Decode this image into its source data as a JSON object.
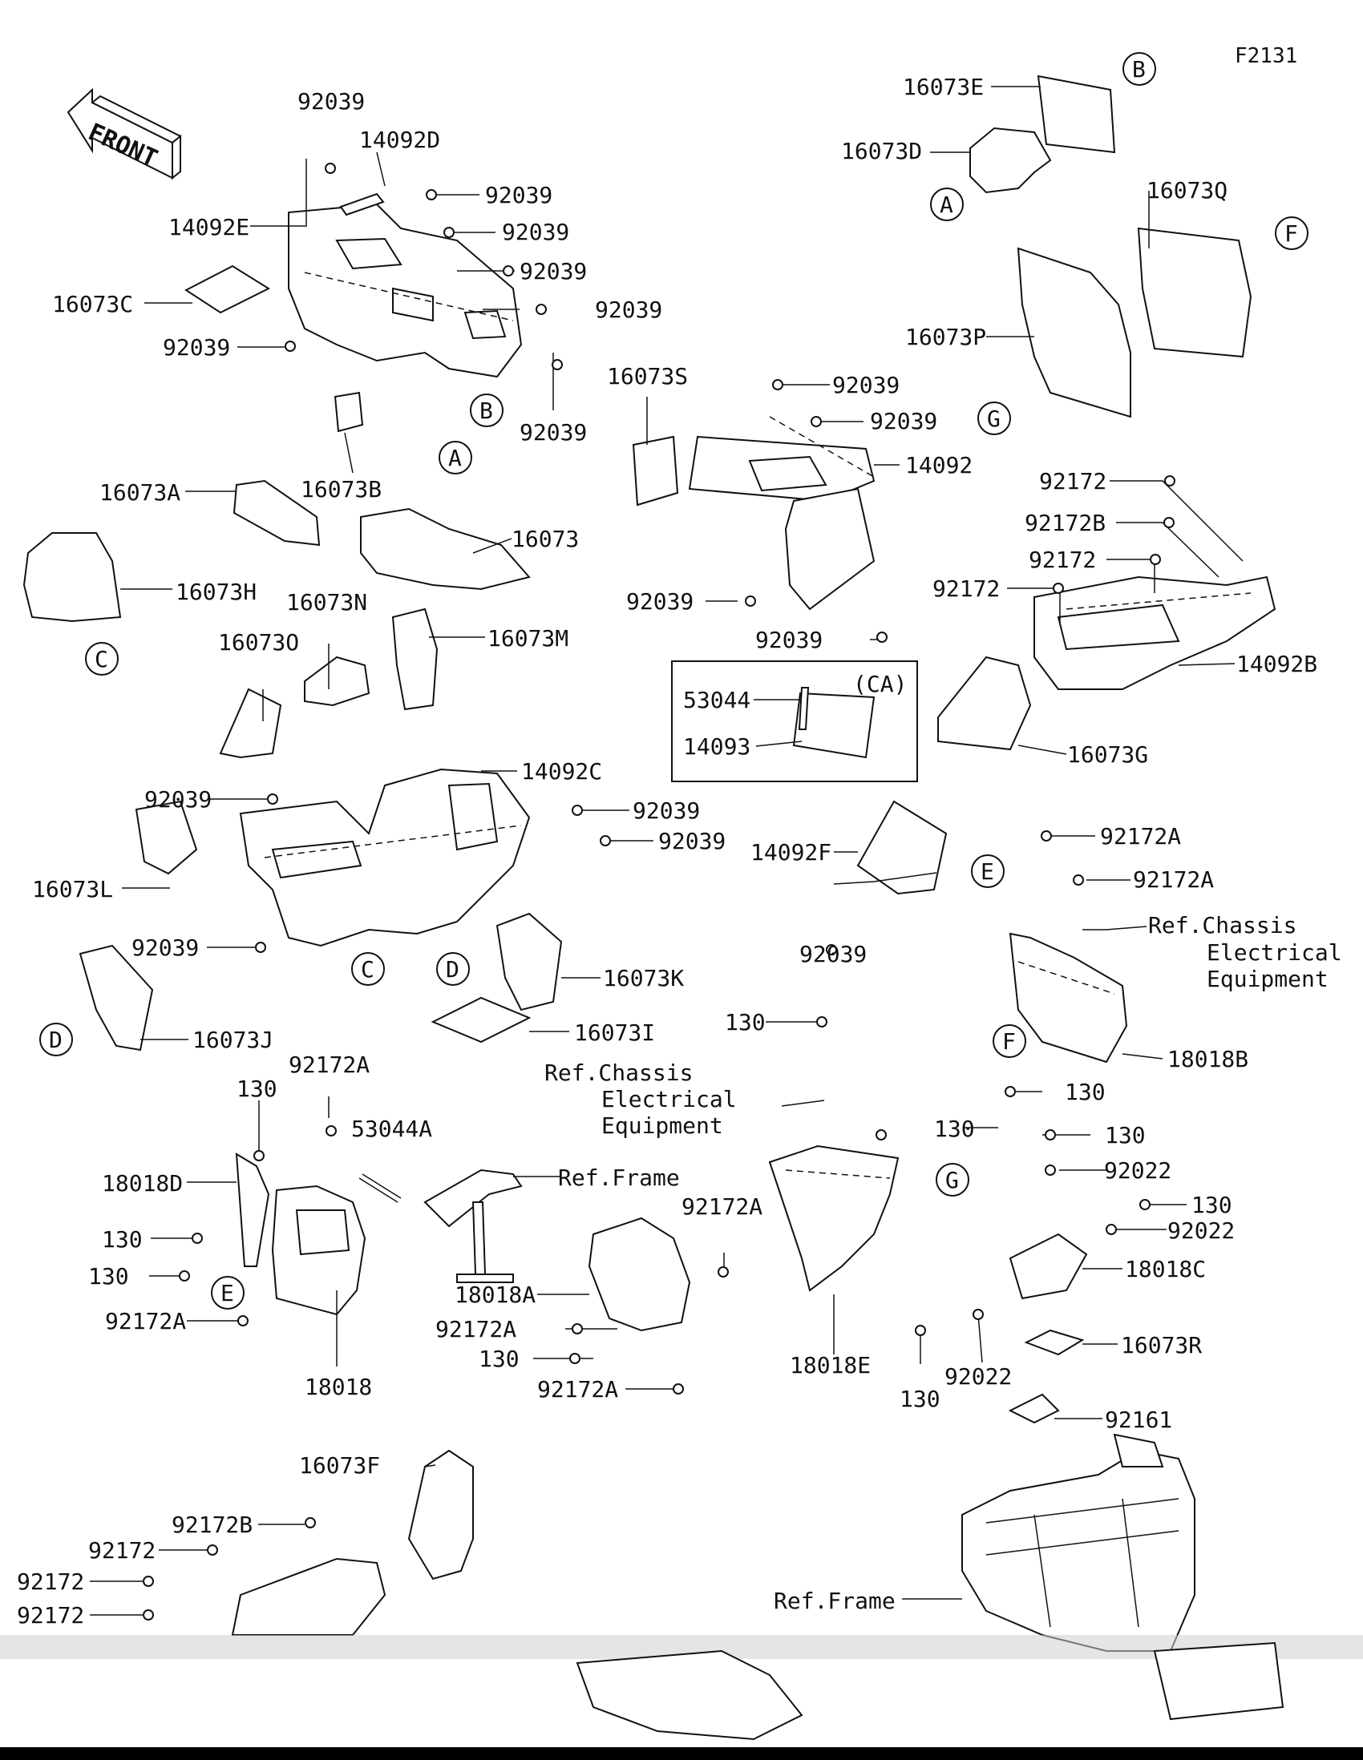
{
  "figure_id": "F2131",
  "front_label": "FRONT",
  "callouts": [
    {
      "id": "92039-a",
      "text": "92039"
    },
    {
      "id": "14092D",
      "text": "14092D"
    },
    {
      "id": "92039-b",
      "text": "92039"
    },
    {
      "id": "14092E",
      "text": "14092E"
    },
    {
      "id": "92039-c",
      "text": "92039"
    },
    {
      "id": "92039-d",
      "text": "92039"
    },
    {
      "id": "16073C",
      "text": "16073C"
    },
    {
      "id": "92039-e",
      "text": "92039"
    },
    {
      "id": "92039-f",
      "text": "92039"
    },
    {
      "id": "92039-g",
      "text": "92039"
    },
    {
      "id": "16073E",
      "text": "16073E"
    },
    {
      "id": "16073D",
      "text": "16073D"
    },
    {
      "id": "16073Q",
      "text": "16073Q"
    },
    {
      "id": "16073P",
      "text": "16073P"
    },
    {
      "id": "16073S",
      "text": "16073S"
    },
    {
      "id": "92039-h",
      "text": "92039"
    },
    {
      "id": "92039-i",
      "text": "92039"
    },
    {
      "id": "14092",
      "text": "14092"
    },
    {
      "id": "16073A",
      "text": "16073A"
    },
    {
      "id": "16073B",
      "text": "16073B"
    },
    {
      "id": "16073",
      "text": "16073"
    },
    {
      "id": "16073H",
      "text": "16073H"
    },
    {
      "id": "92172-a",
      "text": "92172"
    },
    {
      "id": "92172B-a",
      "text": "92172B"
    },
    {
      "id": "92172-b",
      "text": "92172"
    },
    {
      "id": "92172-c",
      "text": "92172"
    },
    {
      "id": "14092B",
      "text": "14092B"
    },
    {
      "id": "16073G",
      "text": "16073G"
    },
    {
      "id": "92039-j",
      "text": "92039"
    },
    {
      "id": "92039-k",
      "text": "92039"
    },
    {
      "id": "53044",
      "text": "53044"
    },
    {
      "id": "CA",
      "text": "(CA)"
    },
    {
      "id": "14093",
      "text": "14093"
    },
    {
      "id": "16073N",
      "text": "16073N"
    },
    {
      "id": "16073O",
      "text": "16073O"
    },
    {
      "id": "16073M",
      "text": "16073M"
    },
    {
      "id": "14092C",
      "text": "14092C"
    },
    {
      "id": "92039-l",
      "text": "92039"
    },
    {
      "id": "92039-m",
      "text": "92039"
    },
    {
      "id": "92039-n",
      "text": "92039"
    },
    {
      "id": "16073L",
      "text": "16073L"
    },
    {
      "id": "92039-o",
      "text": "92039"
    },
    {
      "id": "16073K",
      "text": "16073K"
    },
    {
      "id": "16073J",
      "text": "16073J"
    },
    {
      "id": "16073I",
      "text": "16073I"
    },
    {
      "id": "14092F",
      "text": "14092F"
    },
    {
      "id": "92039-p",
      "text": "92039"
    },
    {
      "id": "92172A-a",
      "text": "92172A"
    },
    {
      "id": "92172A-b",
      "text": "92172A"
    },
    {
      "id": "ref-chassis-1a",
      "text": "Ref.Chassis"
    },
    {
      "id": "ref-chassis-1b",
      "text": "Electrical"
    },
    {
      "id": "ref-chassis-1c",
      "text": "Equipment"
    },
    {
      "id": "18018B",
      "text": "18018B"
    },
    {
      "id": "130-a",
      "text": "130"
    },
    {
      "id": "ref-chassis-2a",
      "text": "Ref.Chassis"
    },
    {
      "id": "ref-chassis-2b",
      "text": "Electrical"
    },
    {
      "id": "ref-chassis-2c",
      "text": "Equipment"
    },
    {
      "id": "92172A-c",
      "text": "92172A"
    },
    {
      "id": "130-b",
      "text": "130"
    },
    {
      "id": "53044A",
      "text": "53044A"
    },
    {
      "id": "ref-frame-1",
      "text": "Ref.Frame"
    },
    {
      "id": "18018D",
      "text": "18018D"
    },
    {
      "id": "130-c",
      "text": "130"
    },
    {
      "id": "130-d",
      "text": "130"
    },
    {
      "id": "92172A-d",
      "text": "92172A"
    },
    {
      "id": "18018",
      "text": "18018"
    },
    {
      "id": "18018A",
      "text": "18018A"
    },
    {
      "id": "92172A-e",
      "text": "92172A"
    },
    {
      "id": "92172A-f",
      "text": "92172A"
    },
    {
      "id": "130-e",
      "text": "130"
    },
    {
      "id": "92172A-g",
      "text": "92172A"
    },
    {
      "id": "130-f",
      "text": "130"
    },
    {
      "id": "130-g",
      "text": "130"
    },
    {
      "id": "130-h",
      "text": "130"
    },
    {
      "id": "92022-a",
      "text": "92022"
    },
    {
      "id": "130-i",
      "text": "130"
    },
    {
      "id": "92022-b",
      "text": "92022"
    },
    {
      "id": "18018C",
      "text": "18018C"
    },
    {
      "id": "18018E",
      "text": "18018E"
    },
    {
      "id": "16073R",
      "text": "16073R"
    },
    {
      "id": "130-j",
      "text": "130"
    },
    {
      "id": "92022-c",
      "text": "92022"
    },
    {
      "id": "92161",
      "text": "92161"
    },
    {
      "id": "16073F",
      "text": "16073F"
    },
    {
      "id": "92172B-b",
      "text": "92172B"
    },
    {
      "id": "92172-d",
      "text": "92172"
    },
    {
      "id": "92172-e",
      "text": "92172"
    },
    {
      "id": "92172-f",
      "text": "92172"
    },
    {
      "id": "ref-frame-2",
      "text": "Ref.Frame"
    }
  ],
  "reference_markers": [
    {
      "id": "B-1",
      "text": "B"
    },
    {
      "id": "A-1",
      "text": "A"
    },
    {
      "id": "F-1",
      "text": "F"
    },
    {
      "id": "G-1",
      "text": "G"
    },
    {
      "id": "B-2",
      "text": "B"
    },
    {
      "id": "A-2",
      "text": "A"
    },
    {
      "id": "C-1",
      "text": "C"
    },
    {
      "id": "E-1",
      "text": "E"
    },
    {
      "id": "C-2",
      "text": "C"
    },
    {
      "id": "D-1",
      "text": "D"
    },
    {
      "id": "D-2",
      "text": "D"
    },
    {
      "id": "F-2",
      "text": "F"
    },
    {
      "id": "G-2",
      "text": "G"
    },
    {
      "id": "E-2",
      "text": "E"
    }
  ]
}
